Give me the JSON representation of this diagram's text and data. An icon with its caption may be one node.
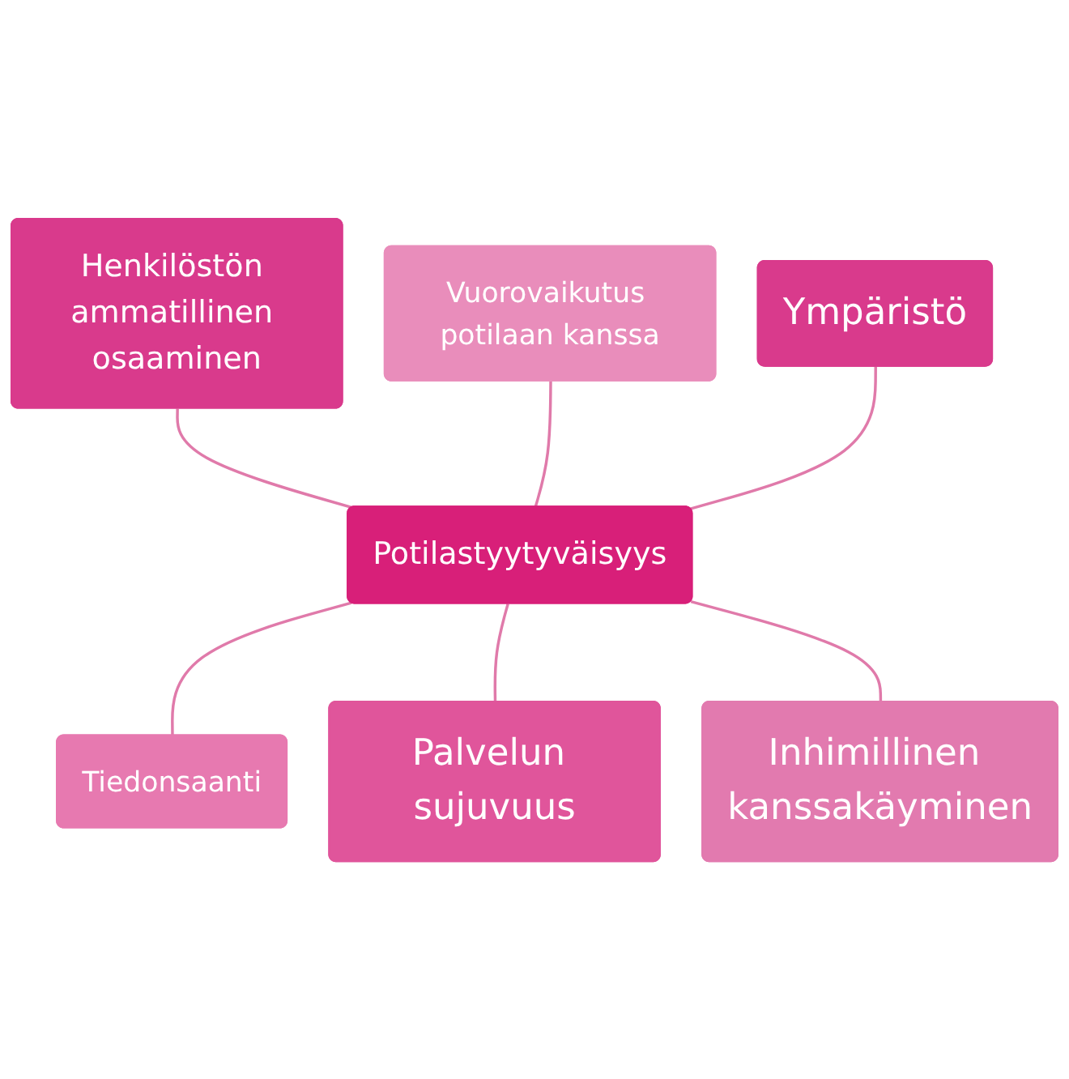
{
  "diagram": {
    "nodes": [
      {
        "text": [
          "Henkilöstön ammatillinen osaaminen"
        ]
      },
      {
        "text": [
          "Vuorovaikutus potilaan kanssa"
        ]
      },
      {
        "text": [
          "Ympäristö"
        ]
      },
      {
        "text": [
          "Potilastyytyväisyys"
        ]
      },
      {
        "text": [
          "Tiedonsaanti"
        ]
      },
      {
        "text": [
          "Palvelun sujuvuus"
        ]
      },
      {
        "text": [
          "Inhimillinen kanssakäyminen"
        ]
      }
    ],
    "edges": [
      {
        "from": 0,
        "to": 3,
        "arrow": "none"
      },
      {
        "from": 1,
        "to": 3,
        "arrow": "none"
      },
      {
        "from": 2,
        "to": 3,
        "arrow": "none"
      },
      {
        "from": 3,
        "to": 4,
        "arrow": "none"
      },
      {
        "from": 3,
        "to": 5,
        "arrow": "none"
      },
      {
        "from": 3,
        "to": 6,
        "arrow": "none"
      }
    ]
  }
}
